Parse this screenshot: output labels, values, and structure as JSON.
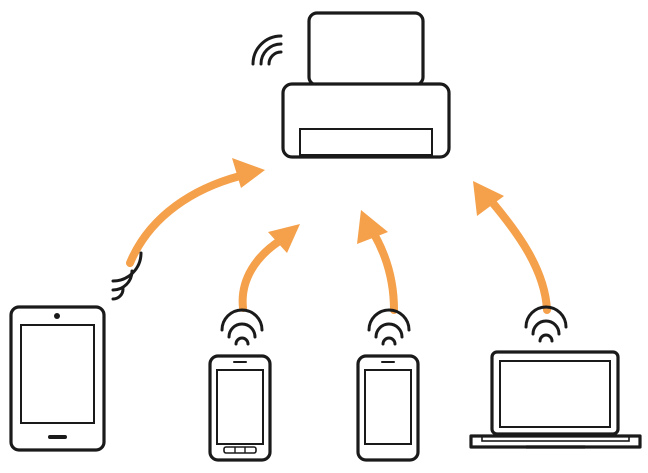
{
  "colors": {
    "stroke": "#1a1a1a",
    "arrow": "#f5a04a",
    "background": "#ffffff"
  },
  "nodes": [
    {
      "id": "printer",
      "icon": "printer-icon",
      "signal": "wifi-signal-icon"
    },
    {
      "id": "tablet",
      "icon": "tablet-icon",
      "signal": "wifi-signal-icon"
    },
    {
      "id": "smartphone-1",
      "icon": "smartphone-icon",
      "signal": "wifi-signal-icon"
    },
    {
      "id": "smartphone-2",
      "icon": "smartphone-icon",
      "signal": "wifi-signal-icon"
    },
    {
      "id": "laptop",
      "icon": "laptop-icon",
      "signal": "wifi-signal-icon"
    }
  ],
  "edges": [
    {
      "from": "tablet",
      "to": "printer",
      "kind": "wireless-connection"
    },
    {
      "from": "smartphone-1",
      "to": "printer",
      "kind": "wireless-connection"
    },
    {
      "from": "smartphone-2",
      "to": "printer",
      "kind": "wireless-connection"
    },
    {
      "from": "laptop",
      "to": "printer",
      "kind": "wireless-connection"
    }
  ]
}
